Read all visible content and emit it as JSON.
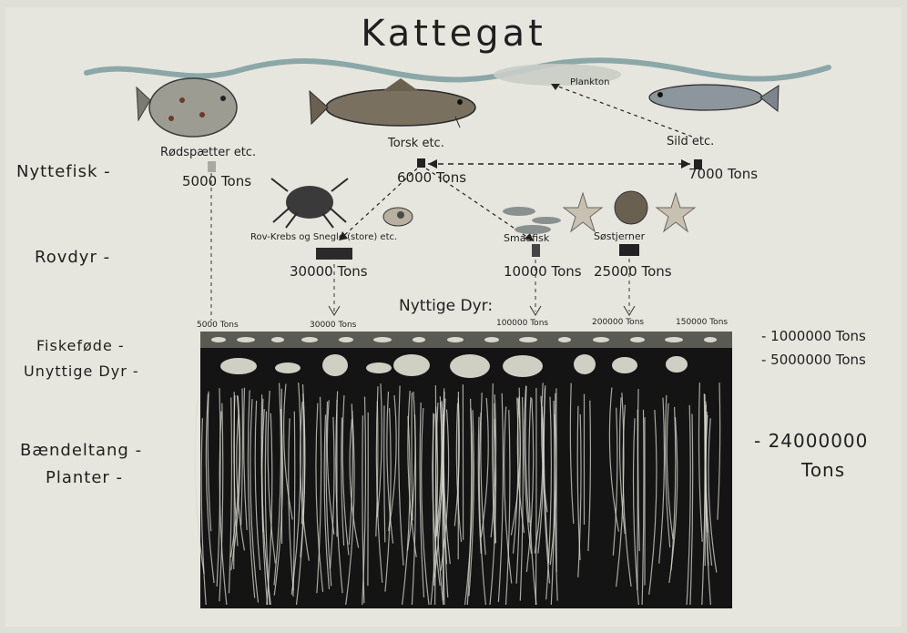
{
  "title": "Kattegat",
  "plankton_label": "Plankton",
  "fish": {
    "flatfish_label": "Rødspætter etc.",
    "flatfish_tons": "5000 Tons",
    "cod_label": "Torsk etc.",
    "cod_tons": "6000 Tons",
    "herring_label": "Sild etc.",
    "herring_tons": "7000 Tons"
  },
  "predators": {
    "crab_label": "Rov-Krebs og Snegle (store) etc.",
    "crab_tons": "30000 Tons",
    "smallfish_label": "Smaafisk",
    "smallfish_tons": "10000 Tons",
    "starfish_label": "Søstjerner",
    "starfish_tons": "25000 Tons"
  },
  "useful_animals_label": "Nyttige Dyr:",
  "feed_tons": [
    "5000 Tons",
    "30000 Tons",
    "100000 Tons",
    "200000 Tons",
    "150000 Tons"
  ],
  "left_labels": {
    "nyttefisk": "Nyttefisk -",
    "rovdyr": "Rovdyr -",
    "fiskefode": "Fiskeføde -",
    "unyttige": "Unyttige Dyr -",
    "baendeltang": "Bændeltang -",
    "planter": "Planter -"
  },
  "right_labels": {
    "fiskefode_tons": "- 1000000 Tons",
    "unyttige_tons": "- 5000000 Tons",
    "plants_tons_a": "- 24000000",
    "plants_tons_b": "Tons"
  },
  "colors": {
    "ink": "#1f1f1f",
    "paper": "#e6e6df",
    "wave": "#8ba7a8",
    "seabed": "#141414",
    "grass": "#d9d9d0"
  }
}
